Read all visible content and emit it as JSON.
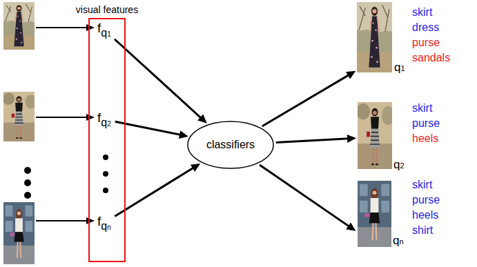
{
  "diagram": {
    "nodes": [
      {
        "text": [
          "visual features"
        ]
      },
      {
        "text": [
          "f",
          "q1"
        ],
        "in": 0
      },
      {
        "text": [
          "f",
          "q2"
        ],
        "in": 0
      },
      {
        "text": [
          "f",
          "qn"
        ],
        "in": 0
      },
      {
        "text": [
          "classifiers"
        ]
      },
      {
        "text": [
          "q1",
          "skirt",
          "dress",
          "purse",
          "sandals"
        ]
      },
      {
        "text": [
          "q2",
          "skirt",
          "purse",
          "heels"
        ]
      },
      {
        "text": [
          "qn",
          "skirt",
          "purse",
          "heels",
          "shirt"
        ]
      }
    ],
    "edges": [
      {
        "from": 1,
        "to": 4,
        "arrow": "to"
      },
      {
        "from": 2,
        "to": 4,
        "arrow": "to"
      },
      {
        "from": 3,
        "to": 4,
        "arrow": "to"
      },
      {
        "from": 4,
        "to": 5,
        "arrow": "to"
      },
      {
        "from": 4,
        "to": 6,
        "arrow": "to"
      },
      {
        "from": 4,
        "to": 7,
        "arrow": "to"
      }
    ]
  }
}
